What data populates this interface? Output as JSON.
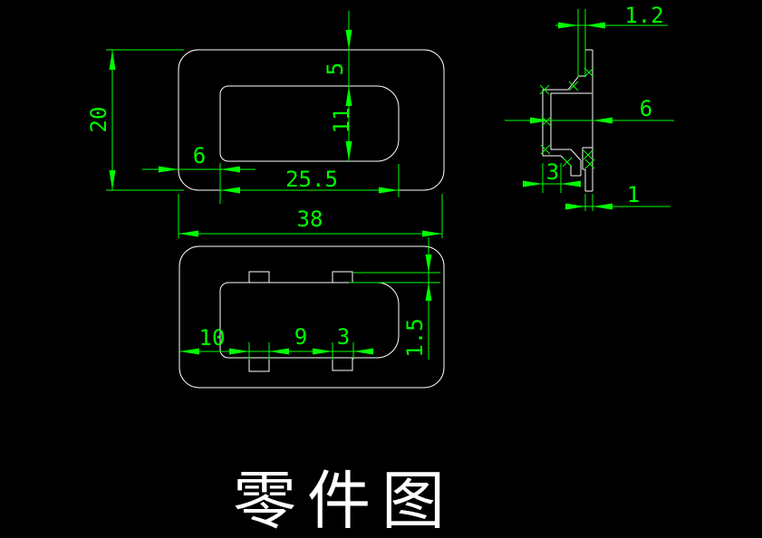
{
  "title": {
    "text": "零件图"
  },
  "colors": {
    "background": "#000000",
    "part_line": "#ffffff",
    "dimension_line": "#00ff00",
    "title_text": "#ffffff"
  },
  "views": {
    "top": {
      "name": "top-view",
      "dims": {
        "overall_height": "20",
        "lip_top": "5",
        "inner_height": "11",
        "lip_left": "6",
        "inner_width": "25.5",
        "overall_width": "38"
      }
    },
    "bottom": {
      "name": "bottom-view",
      "dims": {
        "tab_offset": "10",
        "tab_gap": "9",
        "tab_width": "3",
        "tab_depth": "1.5"
      }
    },
    "side": {
      "name": "side-section-view",
      "dims": {
        "slot_width": "1.2",
        "section_depth": "6",
        "flange_width": "3",
        "wall_thickness": "1"
      }
    }
  }
}
